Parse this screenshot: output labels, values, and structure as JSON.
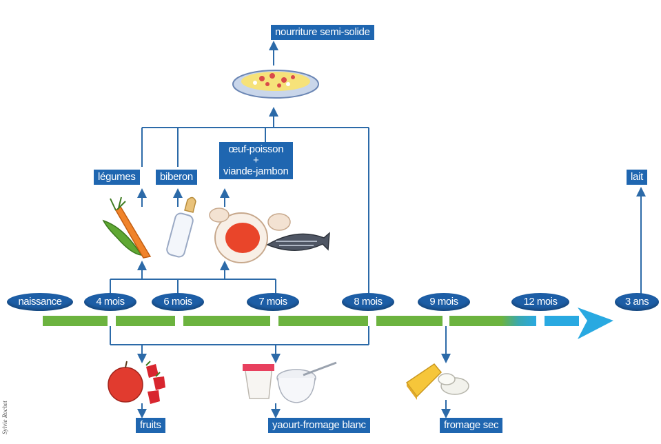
{
  "timeline": {
    "stages": [
      "naissance",
      "4 mois",
      "6 mois",
      "7 mois",
      "8 mois",
      "9 mois",
      "12 mois",
      "3 ans"
    ]
  },
  "labels": {
    "top": "nourriture semi-solide",
    "legumes": "légumes",
    "biberon": "biberon",
    "oeuf_line1": "œuf-poisson",
    "oeuf_line2": "+",
    "oeuf_line3": "viande-jambon",
    "lait": "lait",
    "fruits": "fruits",
    "yaourt": "yaourt-fromage blanc",
    "fromage_sec": "fromage sec"
  },
  "colors": {
    "label_blue": "#1f66b0",
    "oval_blue": "#1d5ea6",
    "bar_green": "#6cb33f",
    "arrow_blue": "#2aa7e0",
    "line_blue": "#2c6aa8"
  },
  "illustrations": [
    "plate-icon",
    "vegetables-icon",
    "baby-bottle-icon",
    "meat-fish-icon",
    "fruits-icon",
    "yogurt-icon",
    "cheese-icon"
  ]
}
